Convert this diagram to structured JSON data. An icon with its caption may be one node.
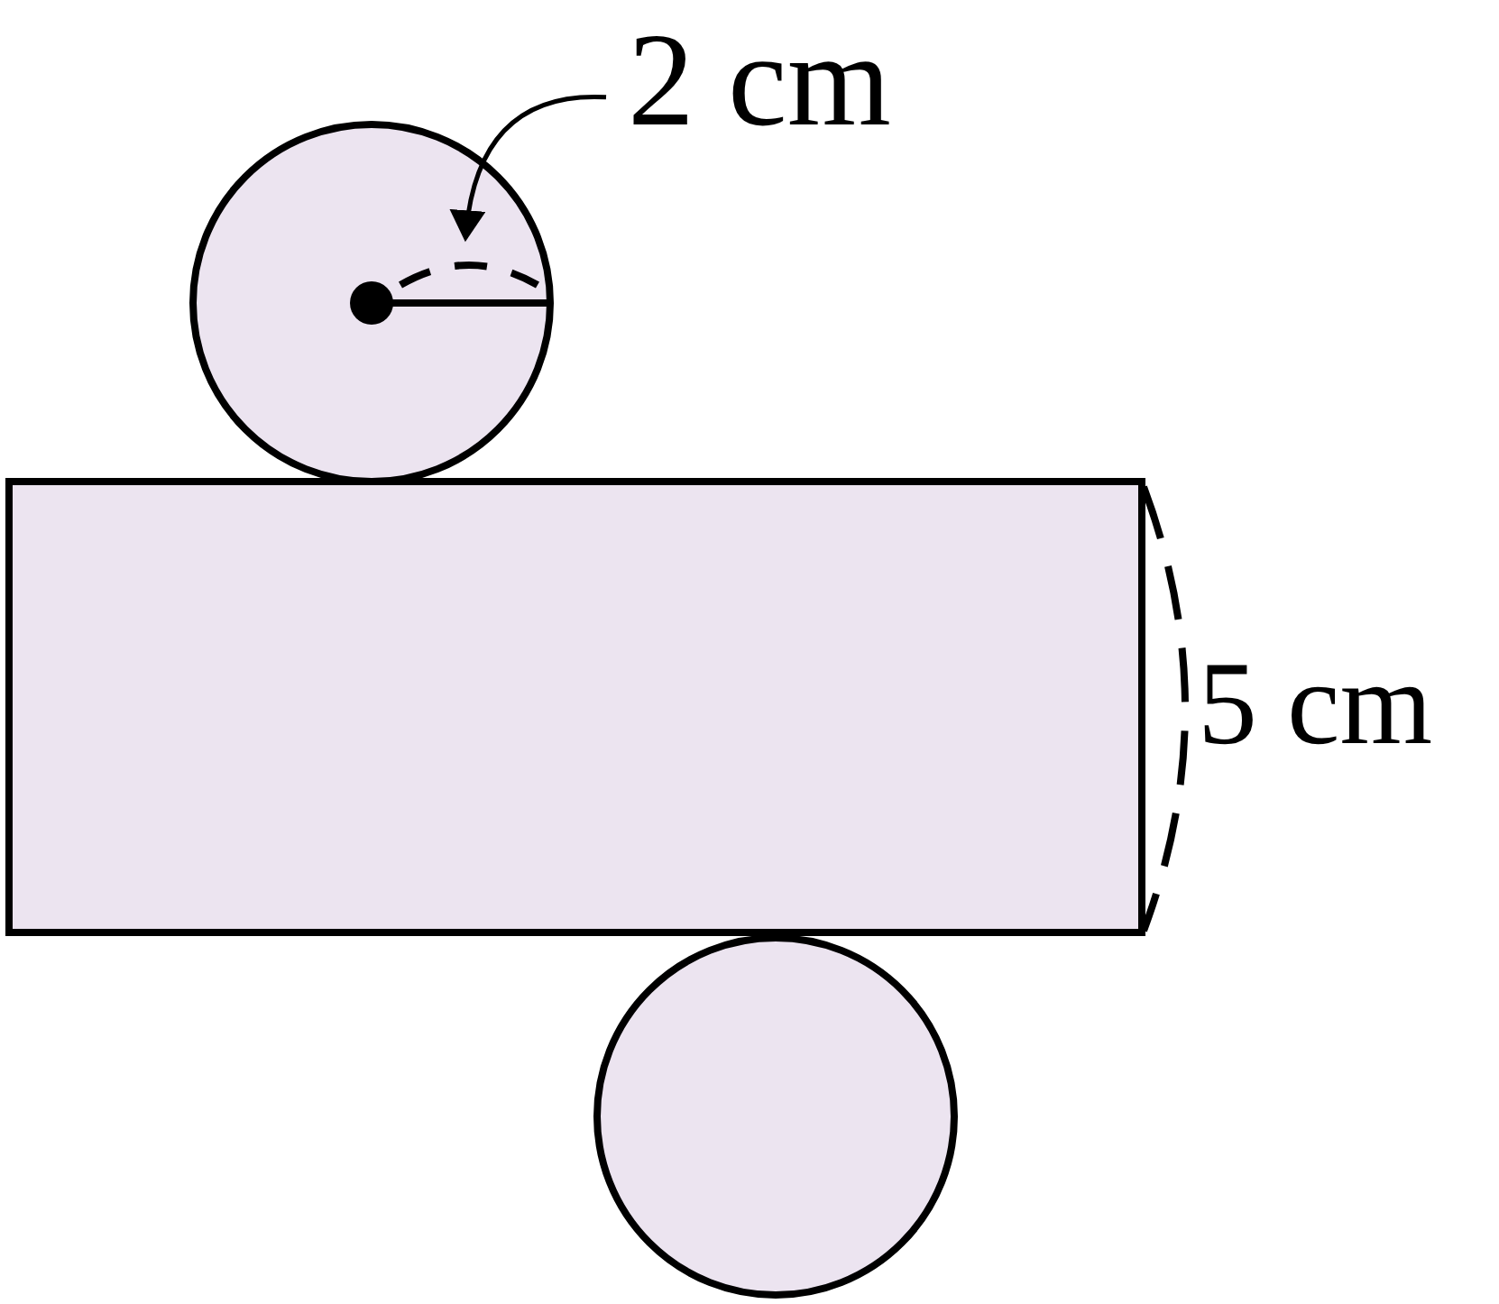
{
  "diagram": {
    "nodes": [
      {
        "text": [],
        "shape": "circle"
      },
      {
        "text": [],
        "shape": "box"
      },
      {
        "text": [],
        "shape": "circle"
      },
      {
        "text": [
          "2 cm"
        ]
      }
    ],
    "edges": [
      {
        "from": 3,
        "to": 0,
        "arrow": "to"
      }
    ],
    "labels": [
      "5 cm"
    ]
  }
}
